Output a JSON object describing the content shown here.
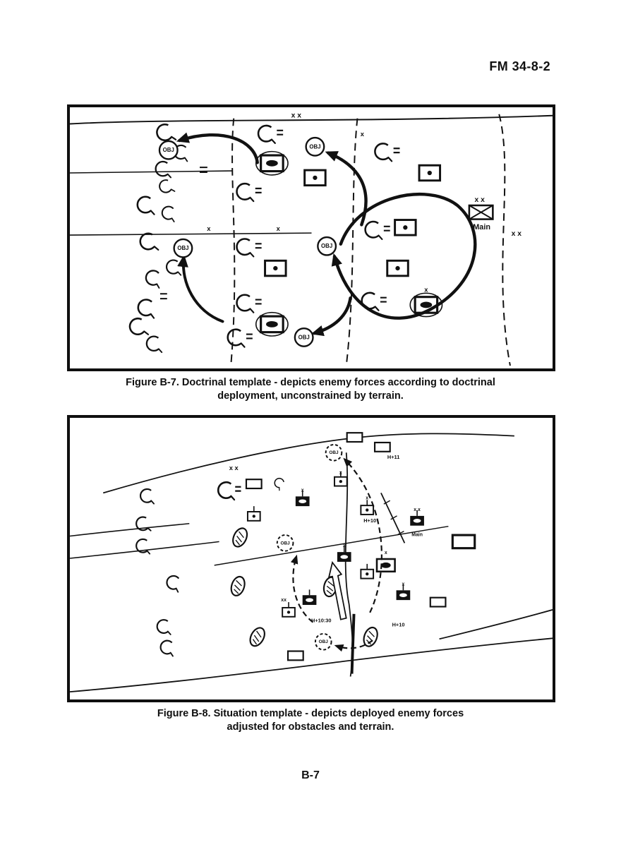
{
  "page": {
    "header": "FM 34-8-2",
    "page_number": "B-7"
  },
  "fig7": {
    "caption1": "Figure B-7. Doctrinal template - depicts enemy forces according to doctrinal",
    "caption2": "deployment, unconstrained by terrain.",
    "labels": {
      "obj": "OBJ",
      "main": "Main",
      "xx": "x x",
      "x": "x"
    }
  },
  "fig8": {
    "caption1": "Figure B-8. Situation template - depicts deployed enemy forces",
    "caption2": "adjusted for obstacles and terrain.",
    "labels": {
      "obj": "OBJ",
      "main": "Main",
      "xx": "x x",
      "xxs": "xx",
      "x": "x",
      "h11": "H+11",
      "h10": "H+10",
      "h1030": "H+10:30"
    }
  },
  "colors": {
    "ink": "#111111",
    "paper": "#ffffff"
  }
}
